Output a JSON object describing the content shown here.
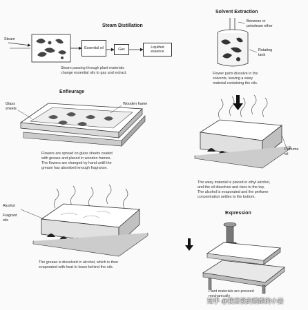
{
  "steam": {
    "title": "Steam Distillation",
    "steam_label": "Steam",
    "oil_box": "Essential oil",
    "gas_box": "Gas",
    "liquid_box": "Liquified essence",
    "caption": [
      "Steam passing through plant materials",
      "change essential oils to gas and extract."
    ]
  },
  "solvent": {
    "title": "Solvent Extraction",
    "benzene_label": [
      "Benzene or",
      "petroleum ether"
    ],
    "tank_label": [
      "Rotating",
      "tank"
    ],
    "caption": [
      "Flower parts dissolve in the",
      "solvents, leaving a waxy",
      "material containing the oils."
    ]
  },
  "enfleurage": {
    "title": "Enfleurage",
    "glass_label": [
      "Glass",
      "sheets"
    ],
    "frame_label": "Wooden frame",
    "caption": [
      "Flowers are spread on glass sheets coated",
      "with grease and placed in wooden frames.",
      "The flowers are changed by hand untill the",
      "grease has absorbed enough fragrance."
    ]
  },
  "perfume": {
    "perfume_label": [
      "Perfume",
      "oil"
    ],
    "caption": [
      "The waxy material is placed in ethyl alcohol,",
      "and the oil dissolves and rises to the top.",
      "The alcohol is evaporated and the perfume",
      "concentration settles to the bottom."
    ]
  },
  "alcohol": {
    "alcohol_label": "Alcohol",
    "fragrant_label": [
      "Fragrant",
      "oils"
    ],
    "caption": [
      "The grease is dissolved in alcohol, which is then",
      "evaporated with heat to leave behind the oils."
    ]
  },
  "expression": {
    "title": "Expression",
    "caption": [
      "Plant materials are pressed",
      "mechanically"
    ]
  },
  "watermark": "知乎 @我爱我的鹦鹉的小姜"
}
